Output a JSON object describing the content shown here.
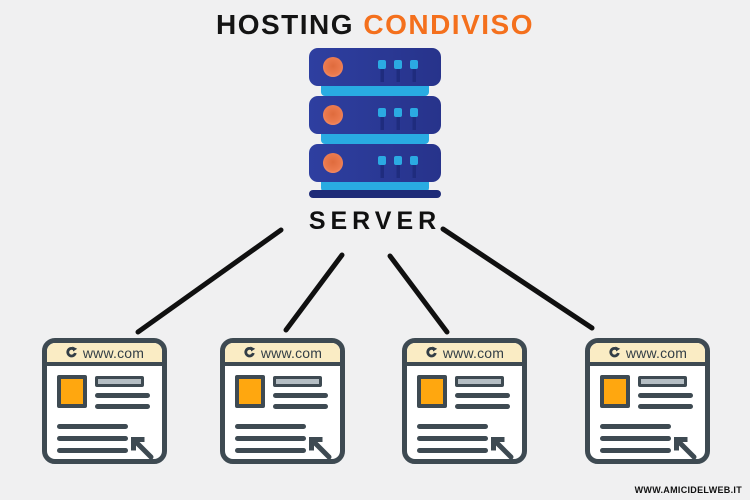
{
  "page": {
    "background": "#F0F0F1"
  },
  "title": {
    "word_black": "HOSTING",
    "word_orange": "CONDIVISO",
    "orange_hex": "#F4701D",
    "black_hex": "#141414"
  },
  "server": {
    "label": "SERVER",
    "icon": "server-rack-icon",
    "body_color": "#2B3893",
    "band_color": "#29ABE2",
    "base_color": "#1E2B78",
    "led_color": "#2BAAE2",
    "knob_color": "#EE7D52"
  },
  "connections": {
    "count": 4,
    "line_color": "#101010"
  },
  "websites": [
    {
      "url": "www.com",
      "icon": "refresh-icon"
    },
    {
      "url": "www.com",
      "icon": "refresh-icon"
    },
    {
      "url": "www.com",
      "icon": "refresh-icon"
    },
    {
      "url": "www.com",
      "icon": "refresh-icon"
    }
  ],
  "card_style": {
    "outline_color": "#3E4A52",
    "header_bg": "#FAECC4",
    "thumb_color": "#FFA70F",
    "gray_bar_color": "#B5BEC4"
  },
  "watermark": "WWW.AMICIDELWEB.IT"
}
